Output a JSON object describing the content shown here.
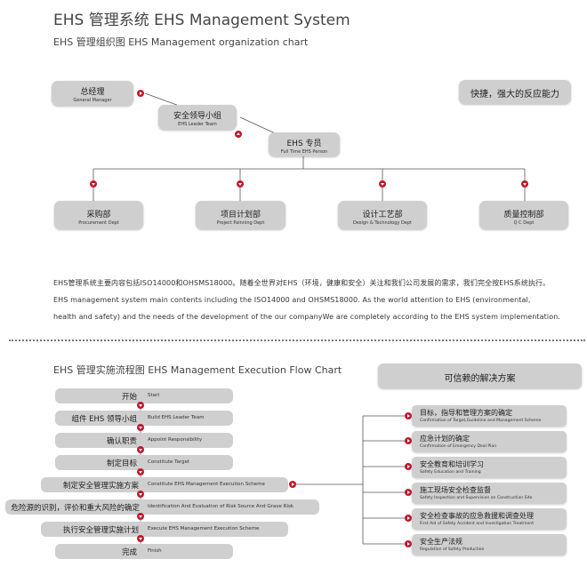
{
  "title": "EHS 管理系统   EHS Management System",
  "org": {
    "subtitle": "EHS 管理组织图   EHS Management organization chart",
    "general_manager": {
      "zh": "总经理",
      "en": "General Manager"
    },
    "leader_team": {
      "zh": "安全领导小组",
      "en": "EHS Leader Team"
    },
    "ehs_person": {
      "zh": "EHS 专员",
      "en": "Full Time EHS Person"
    },
    "tagline": "快捷，强大的反应能力",
    "depts": [
      {
        "zh": "采购部",
        "en": "Procurement Dept"
      },
      {
        "zh": "项目计划部",
        "en": "Project Palnning Dept"
      },
      {
        "zh": "设计工艺部",
        "en": "Design & Technology Dept"
      },
      {
        "zh": "质量控制部",
        "en": "Q C Dept"
      }
    ]
  },
  "description": {
    "zh": "EHS管理系统主要内容包括ISO14000和OHSMS18000。随着全世界对EHS（环境，健康和安全）关注和我们公司发展的需求，我们完全按EHS系统执行。",
    "en_line1": "EHS management system main contents including the ISO14000 and OHSMS18000. As the world attention to EHS (environmental,",
    "en_line2": "health and safety) and the needs of the development of the our companyWe are completely according to the EHS system implementation."
  },
  "flow": {
    "subtitle": "EHS 管理实施流程图   EHS Management Execution Flow Chart",
    "steps": [
      {
        "zh": "开始",
        "en": "Start"
      },
      {
        "zh": "组件 EHS 领导小组",
        "en": "Build EHS Leader Team"
      },
      {
        "zh": "确认职责",
        "en": "Appoint Responsibility"
      },
      {
        "zh": "制定目标",
        "en": "Constitute Target"
      },
      {
        "zh": "制定安全管理实施方案",
        "en": "Constitute EHS Management Execution Scheme"
      },
      {
        "zh": "危险源的识别，评价和重大风险的确定",
        "en": "Identification And Evaluation of Risk Source And Grave Risk"
      },
      {
        "zh": "执行安全管理实施计划",
        "en": "Execute  EHS Management Execution Scheme"
      },
      {
        "zh": "完成",
        "en": "Finish"
      }
    ],
    "solutions_title": "可信赖的解决方案",
    "solutions": [
      {
        "zh": "目标，指导和管理方案的确定",
        "en": "Confirmation of Target,Guideline and Management Scheme"
      },
      {
        "zh": "应急计划的确定",
        "en": "Confirmation of Emergency Deal Plan"
      },
      {
        "zh": "安全教育和培训学习",
        "en": "Safety Education and Training"
      },
      {
        "zh": "施工现场安全检查监督",
        "en": "Safety Inspection and Supervision on Construction Site"
      },
      {
        "zh": "安全检查事故的应急救援和调查处理",
        "en": "First Aid of Safety Accident and Investigation Treatment"
      },
      {
        "zh": "安全生产法规",
        "en": "Regulation of Safety Production"
      }
    ]
  }
}
